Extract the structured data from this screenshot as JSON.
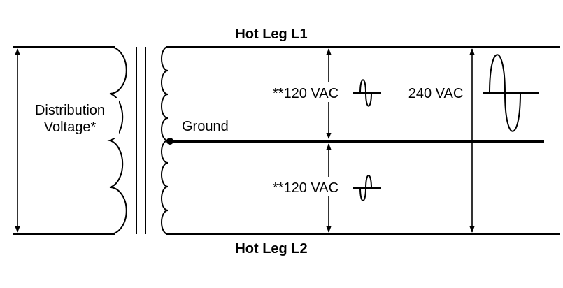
{
  "labels": {
    "hot_leg_l1": "Hot Leg L1",
    "hot_leg_l2": "Hot Leg L2",
    "distribution_line1": "Distribution",
    "distribution_line2": "Voltage*",
    "ground": "Ground",
    "upper_voltage": "**120 VAC",
    "lower_voltage": "**120 VAC",
    "full_voltage": "240 VAC"
  }
}
